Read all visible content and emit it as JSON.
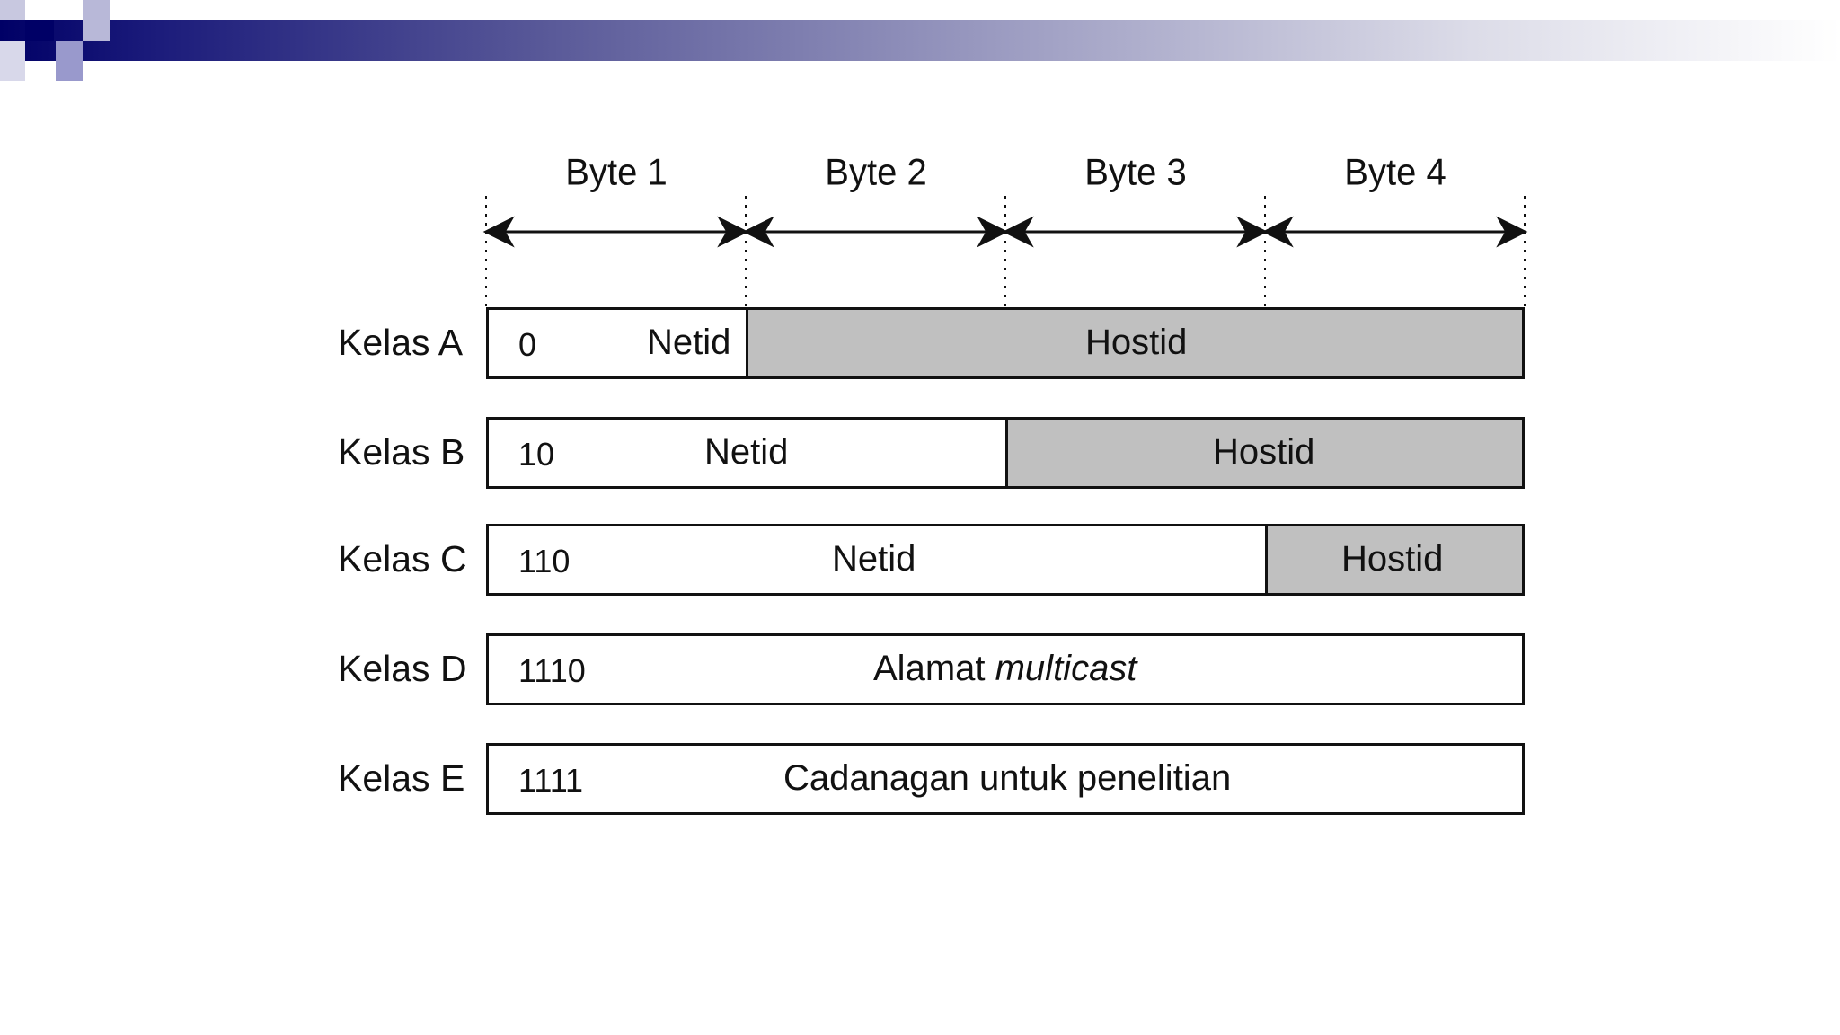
{
  "header": {
    "accent_dark": "#000066",
    "accent_light": "#9999cc"
  },
  "bytes": [
    "Byte 1",
    "Byte 2",
    "Byte 3",
    "Byte 4"
  ],
  "classes": [
    {
      "label": "Kelas A",
      "prefix": "0",
      "network": "Netid",
      "host": "Hostid"
    },
    {
      "label": "Kelas B",
      "prefix": "10",
      "network": "Netid",
      "host": "Hostid"
    },
    {
      "label": "Kelas C",
      "prefix": "110",
      "network": "Netid",
      "host": "Hostid"
    },
    {
      "label": "Kelas D",
      "prefix": "1110",
      "text_plain": "Alamat ",
      "text_italic": "multicast"
    },
    {
      "label": "Kelas E",
      "prefix": "1111",
      "text_plain": "Cadanagan untuk penelitian"
    }
  ],
  "colors": {
    "host_fill": "#c0c0c0",
    "line": "#111111"
  }
}
